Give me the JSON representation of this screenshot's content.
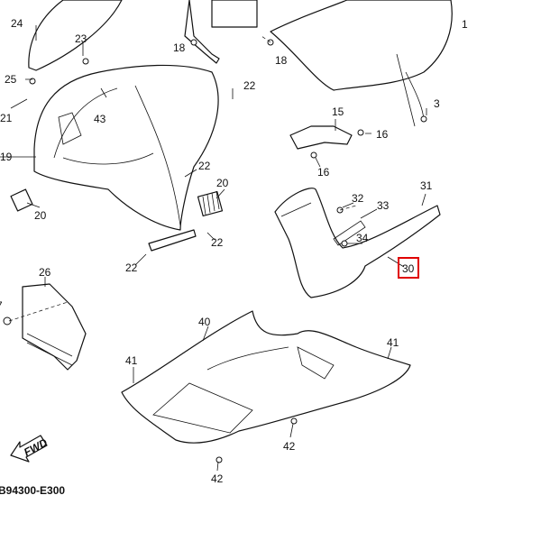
{
  "diagram": {
    "labels": {
      "l24": "24",
      "l23": "23",
      "l18a": "18",
      "l18b": "18",
      "l1": "1",
      "l25": "25",
      "l21": "21",
      "l43": "43",
      "l22a": "22",
      "l3": "3",
      "l15": "15",
      "l16a": "16",
      "l16b": "16",
      "l19": "19",
      "l22b": "22",
      "l20a": "20",
      "l20b": "20",
      "l22c": "22",
      "l22d": "22",
      "l31": "31",
      "l32": "32",
      "l33": "33",
      "l34": "34",
      "l30": "30",
      "l26": "26",
      "l7": "7",
      "l40": "40",
      "l41a": "41",
      "l41b": "41",
      "l42a": "42",
      "l42b": "42"
    },
    "highlighted_part": "30",
    "highlight_color": "#e00000",
    "fwd_label": "FWD",
    "diagram_code": "B94300-E300"
  }
}
